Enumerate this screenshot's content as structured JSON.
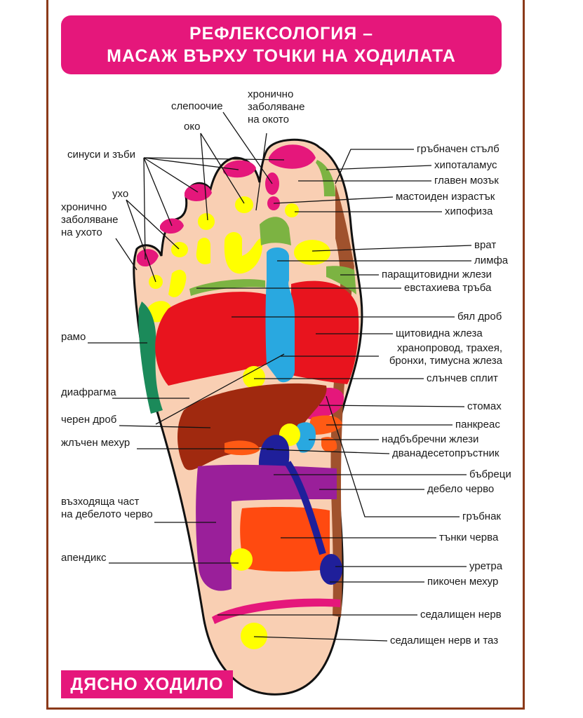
{
  "title": {
    "line1": "РЕФЛЕКСОЛОГИЯ –",
    "line2": "МАСАЖ ВЪРХУ ТОЧКИ НА ХОДИЛАТА"
  },
  "foot_label": "ДЯСНО ХОДИЛО",
  "colors": {
    "accent": "#e5177b",
    "border": "#8b3a1a",
    "skin": "#f9cfb3"
  },
  "labels_left": {
    "sinusi": "синуси и зъби",
    "uho": "ухо",
    "hron_uho": "хронично\nзаболяване\nна ухото",
    "ramo": "рамо",
    "diafragma": "диафрагма",
    "cheren_drob": "черен дроб",
    "zhalchen": "жлъчен мехур",
    "vazhodyashta": "възходяща част\nна дебелото черво",
    "apendiks": "апендикс"
  },
  "labels_top": {
    "slepoochie": "слепоочие",
    "oko": "око",
    "hron_oko": "хронично\nзаболяване\nна окото"
  },
  "labels_right": {
    "grabnachen": "гръбначен стълб",
    "hipotalamus": "хипоталамус",
    "glaven_mozak": "главен мозък",
    "mastoiden": "мастоиден израстък",
    "hipofiza": "хипофиза",
    "vrat": "врат",
    "limfa": "лимфа",
    "parashtitovidni": "паращитовидни жлези",
    "evstahieva": "евстахиева тръба",
    "byal_drob": "бял дроб",
    "shtitovidna": "щитовидна жлеза",
    "hranoprovod": "хранопровод, трахея,\nбронхи, тимусна жлеза",
    "slanchev": "слънчев сплит",
    "stomah": "стомах",
    "pankreas": "панкреас",
    "nadbabrechni": "надбъбречни жлези",
    "dvanadeseto": "дванадесетопръстник",
    "babreci": "бъбреци",
    "debelo": "дебело черво",
    "grabnak": "гръбнак",
    "tanki": "тънки черва",
    "uretra": "уретра",
    "pikochen": "пикочен мехур",
    "sedalishten": "седалищен нерв",
    "sedalishten_taz": "седалищен нерв и таз"
  }
}
